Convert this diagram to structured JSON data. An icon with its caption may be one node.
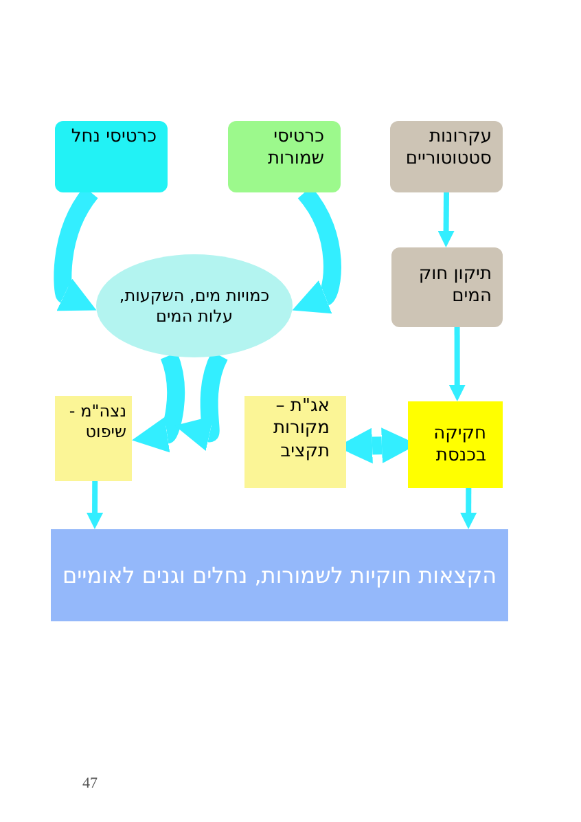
{
  "diagram": {
    "nodes": [
      {
        "text": [
          "כרטיסי נחל"
        ]
      },
      {
        "text": [
          "כרטיסי שמורות"
        ]
      },
      {
        "text": [
          "עקרונות סטטוטוריים"
        ]
      },
      {
        "text": [
          "תיקון חוק המים"
        ]
      },
      {
        "text": [
          "כמויות מים, השקעות, עלות המים"
        ]
      },
      {
        "text": [
          "נצה\"מ - שיפוט"
        ]
      },
      {
        "text": [
          "אג\"ת – מקורות תקציב"
        ]
      },
      {
        "text": [
          "חקיקה בכנסת"
        ]
      },
      {
        "text": [
          "הקצאות חוקיות לשמורות, נחלים וגנים לאומיים"
        ]
      }
    ],
    "edges": [
      {
        "from": 0,
        "to": 4,
        "arrow": "to"
      },
      {
        "from": 1,
        "to": 4,
        "arrow": "to"
      },
      {
        "from": 2,
        "to": 3,
        "arrow": "to"
      },
      {
        "from": 3,
        "to": 7,
        "arrow": "to"
      },
      {
        "from": 4,
        "to": 5,
        "arrow": "to"
      },
      {
        "from": 4,
        "to": 6,
        "arrow": "to"
      },
      {
        "from": 6,
        "to": 7,
        "arrow": "both"
      },
      {
        "from": 5,
        "to": 8,
        "arrow": "to"
      },
      {
        "from": 7,
        "to": 8,
        "arrow": "to"
      }
    ],
    "labels": [
      "47"
    ]
  }
}
